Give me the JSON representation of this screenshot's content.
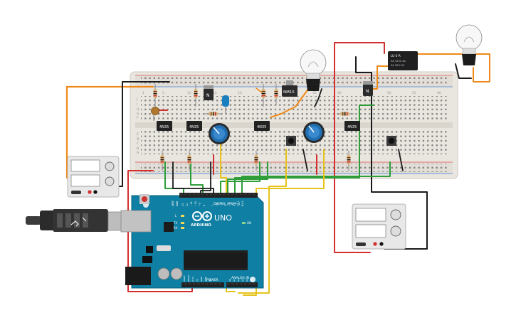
{
  "board": {
    "brand": "ARDUINO",
    "model": "UNO",
    "digital_header": "DIGITAL (PWM~)",
    "power_header": "POWER",
    "analog_header": "ANALOG IN",
    "aref": "AREF",
    "gnd": "GND",
    "digital_pins": [
      "13",
      "12",
      "~11",
      "~10",
      "~9",
      "8",
      "7",
      "~6",
      "~5",
      "4",
      "~3",
      "2",
      "TX 1",
      "RX 0"
    ],
    "power_pins": [
      "IOREF",
      "RESET",
      "3.3V",
      "5V",
      "GND",
      "GND",
      "Vin"
    ],
    "analog_pins": [
      "A0",
      "A1",
      "A2",
      "A3",
      "A4",
      "A5"
    ],
    "led_labels": [
      "L",
      "TX",
      "RX"
    ],
    "on_label": "ON"
  },
  "breadboard": {
    "row_letters_top": [
      "J",
      "I",
      "H",
      "G",
      "F"
    ],
    "row_letters_bottom": [
      "E",
      "D",
      "C",
      "B",
      "A"
    ],
    "column_numbers": [
      "1",
      "5",
      "10",
      "15",
      "20",
      "25",
      "30",
      "35",
      "40",
      "45",
      "50",
      "55",
      "60"
    ]
  },
  "components": {
    "sensor_label": "4N35",
    "mosfet_label": "NM15",
    "relay_label": "LU-5-R",
    "relay_text": [
      "5A 125V AC",
      "5A 30V DC"
    ],
    "transistor_label": "N"
  },
  "colors": {
    "wire_red": "#d32f2f",
    "wire_green": "#2e9d3a",
    "wire_yellow": "#e6c31a",
    "wire_orange": "#ef8a1a",
    "wire_black": "#1a1a1a",
    "board_blue": "#0f7fa3",
    "breadboard": "#e8e5df"
  }
}
